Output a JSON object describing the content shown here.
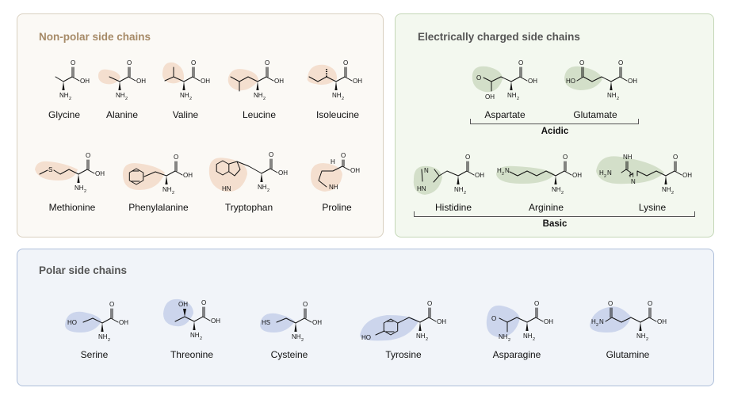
{
  "colors": {
    "nonpolar_bg": "#fbf9f5",
    "nonpolar_title": "#a68a67",
    "nonpolar_highlight": "#f3dccb",
    "charged_bg": "#f3f8ef",
    "charged_title": "#555555",
    "charged_highlight": "#cfdcc4",
    "polar_bg": "#f1f4f9",
    "polar_title": "#555555",
    "polar_highlight": "#c8d1ea"
  },
  "nonpolar": {
    "title": "Non-polar side chains",
    "amino_acids": [
      "Glycine",
      "Alanine",
      "Valine",
      "Leucine",
      "Isoleucine",
      "Methionine",
      "Phenylalanine",
      "Tryptophan",
      "Proline"
    ]
  },
  "charged": {
    "title": "Electrically charged side chains",
    "acidic_label": "Acidic",
    "basic_label": "Basic",
    "acidic": [
      "Aspartate",
      "Glutamate"
    ],
    "basic": [
      "Histidine",
      "Arginine",
      "Lysine"
    ]
  },
  "polar": {
    "title": "Polar side chains",
    "amino_acids": [
      "Serine",
      "Threonine",
      "Cysteine",
      "Tyrosine",
      "Asparagine",
      "Glutamine"
    ]
  },
  "atoms": {
    "oxygen": "O",
    "hydroxyl": "OH",
    "amine": "NH",
    "amine_sub": "2",
    "ring_nh": "NH",
    "sulfur": "S",
    "thiol": "HS",
    "hydroxyl_left": "HO",
    "amide_left": "H",
    "guanidino_nh": "NH",
    "proline_h": "H",
    "histidine_n": "N",
    "histidine_hn": "HN",
    "indole_hn": "HN"
  }
}
